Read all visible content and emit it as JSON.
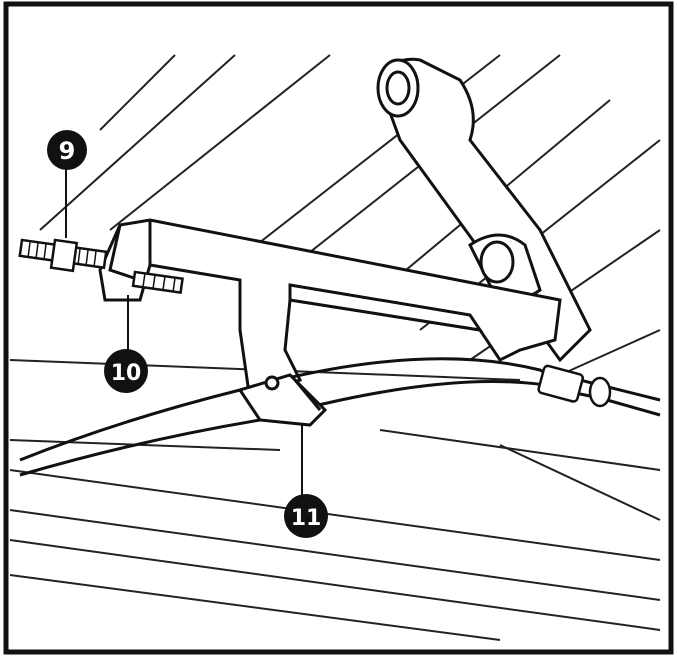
{
  "callouts": [
    {
      "id": "9",
      "label": "9"
    },
    {
      "id": "10",
      "label": "10"
    },
    {
      "id": "11",
      "label": "11"
    }
  ],
  "colors": {
    "ink": "#1a1a1a",
    "paper": "#ffffff",
    "frame": "#111111",
    "shade": "#d8d8d8"
  }
}
